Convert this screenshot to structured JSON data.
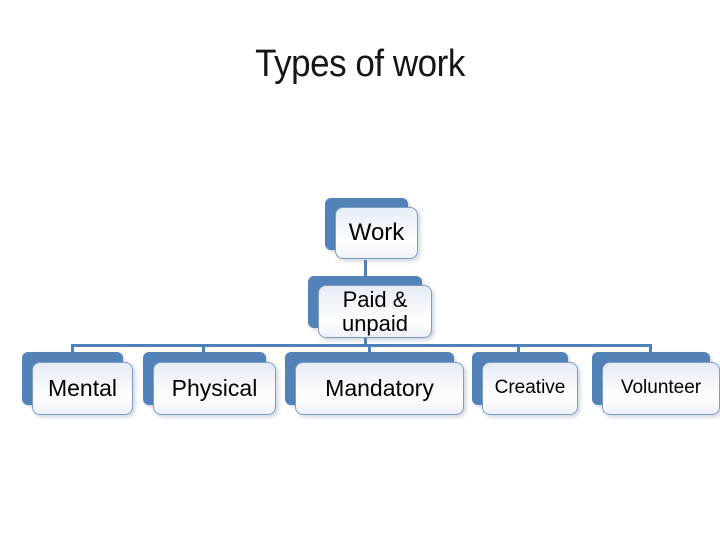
{
  "slide": {
    "title": "Types of work",
    "background_color": "#ffffff",
    "title_color": "#161616"
  },
  "colors": {
    "node_back_plate": "#5382b9",
    "node_border": "#7e9dc4",
    "node_fill_light": "#eef2f9",
    "connector": "#4f81bd",
    "text": "#000000"
  },
  "diagram": {
    "type": "hierarchy-org-chart",
    "nodes": [
      {
        "id": "work",
        "label": "Work",
        "level": 1,
        "parent": null
      },
      {
        "id": "paid",
        "label": "Paid & unpaid",
        "level": 2,
        "parent": "work"
      },
      {
        "id": "mental",
        "label": "Mental",
        "level": 3,
        "parent": "paid"
      },
      {
        "id": "physical",
        "label": "Physical",
        "level": 3,
        "parent": "paid"
      },
      {
        "id": "mandatory",
        "label": "Mandatory",
        "level": 3,
        "parent": "paid"
      },
      {
        "id": "creative",
        "label": "Creative",
        "level": 3,
        "parent": "paid"
      },
      {
        "id": "volunteer",
        "label": "Volunteer",
        "level": 3,
        "parent": "paid"
      }
    ]
  }
}
